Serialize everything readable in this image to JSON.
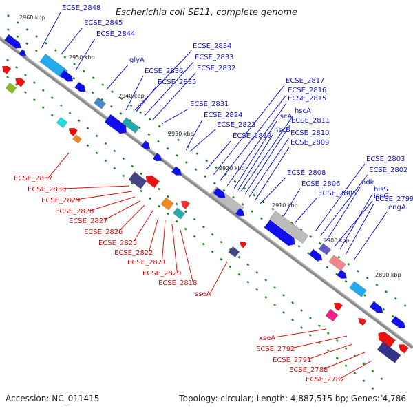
{
  "title": "Escherichia coli SE11, complete genome",
  "footer": {
    "accession": "Accession: NC_011415",
    "topology": "Topology: circular; Length: 4,887,515 bp; Genes: 4,786"
  },
  "colors": {
    "forward_label": "#1010dd",
    "reverse_label": "#dd1010",
    "backbone": "#8a8a8a",
    "tick": "#1a8a1a",
    "forward_gene": "#1010ee",
    "reverse_gene": "#ee1111"
  },
  "ticks": [
    {
      "label": "2960 kbp"
    },
    {
      "label": "2950 kbp"
    },
    {
      "label": "2940 kbp"
    },
    {
      "label": "2930 kbp"
    },
    {
      "label": "2920 kbp"
    },
    {
      "label": "2910 kbp"
    },
    {
      "label": "2900 kbp"
    },
    {
      "label": "2890 kbp"
    }
  ],
  "forward_labels": [
    "ECSE_2848",
    "ECSE_2845",
    "ECSE_2844",
    "glyA",
    "ECSE_2834",
    "ECSE_2833",
    "ECSE_2836",
    "ECSE_2832",
    "ECSE_2835",
    "ECSE_2817",
    "ECSE_2816",
    "ECSE_2815",
    "ECSE_2831",
    "ECSE_2824",
    "iscA",
    "hscA",
    "ECSE_2823",
    "hscB",
    "ECSE_2811",
    "ECSE_2819",
    "ECSE_2810",
    "ECSE_2809",
    "ECSE_2803",
    "ECSE_2802",
    "ECSE_2808",
    "ndk",
    "ECSE_2806",
    "ispG",
    "ECSE_2805",
    "hisS",
    "ECSE_2799",
    "engA"
  ],
  "reverse_labels": [
    "ECSE_2837",
    "ECSE_2830",
    "ECSE_2829",
    "ECSE_2828",
    "ECSE_2827",
    "ECSE_2826",
    "ECSE_2825",
    "ECSE_2822",
    "ECSE_2821",
    "ECSE_2820",
    "ECSE_2818",
    "sseA",
    "xseA",
    "ECSE_2792",
    "ECSE_2791",
    "ECSE_2788",
    "ECSE_2787"
  ]
}
